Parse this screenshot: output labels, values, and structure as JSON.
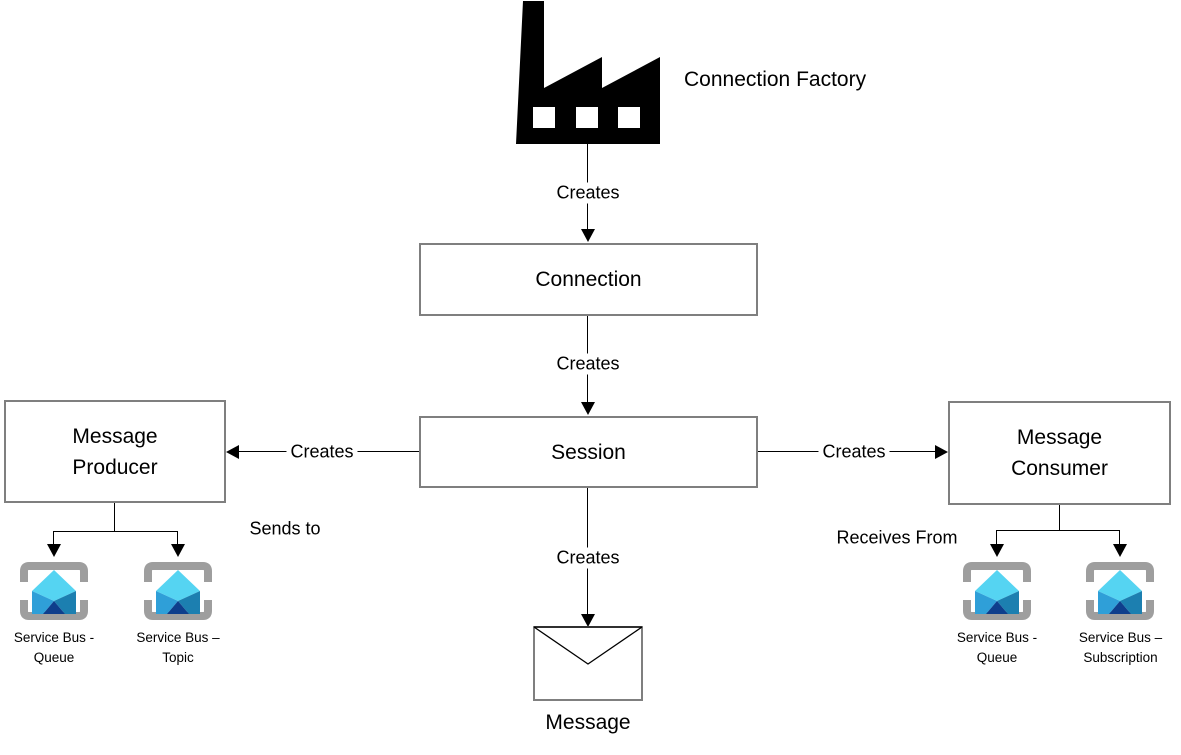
{
  "nodes": {
    "connection_factory": "Connection Factory",
    "connection": "Connection",
    "session": "Session",
    "message_producer": {
      "line1": "Message",
      "line2": "Producer"
    },
    "message_consumer": {
      "line1": "Message",
      "line2": "Consumer"
    },
    "message": "Message"
  },
  "edges": {
    "factory_creates": "Creates",
    "connection_creates": "Creates",
    "session_creates_producer": "Creates",
    "session_creates_consumer": "Creates",
    "session_creates_message": "Creates",
    "sends_to": "Sends to",
    "receives_from": "Receives From"
  },
  "service_bus_nodes": {
    "producer_queue": {
      "line1": "Service Bus -",
      "line2": "Queue"
    },
    "producer_topic": {
      "line1": "Service Bus –",
      "line2": "Topic"
    },
    "consumer_queue": {
      "line1": "Service Bus -",
      "line2": "Queue"
    },
    "consumer_subscription": {
      "line1": "Service Bus –",
      "line2": "Subscription"
    }
  },
  "icons": {
    "factory": "factory-icon",
    "service_bus": "service-bus-icon",
    "message_envelope": "envelope-icon"
  },
  "colors": {
    "box_border": "#7f7f7f",
    "line": "#000000",
    "factory": "#000000",
    "bracket_gray": "#9e9e9e",
    "service_bus_cyan": "#55d4f2",
    "service_bus_blue_left": "#2f9fd8",
    "service_bus_blue_right": "#1c7fb0",
    "service_bus_navy": "#0e3e8c"
  }
}
